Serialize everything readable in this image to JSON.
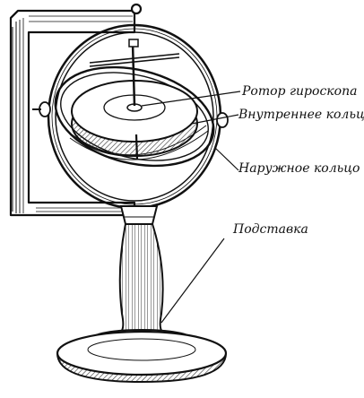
{
  "labels": {
    "rotor": "Ротор гироскопа",
    "inner_ring": "Внутреннее кольцо",
    "outer_ring": "Наружное кольцо",
    "stand": "Подставка"
  },
  "colors": {
    "ink": "#111111",
    "paper": "#ffffff",
    "hatch": "#333333"
  }
}
